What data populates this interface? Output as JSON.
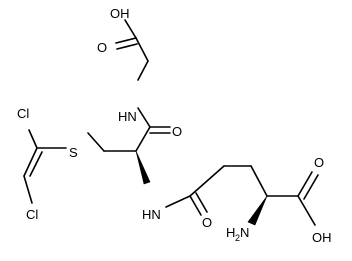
{
  "molecule": {
    "labels": {
      "oh_top": "OH",
      "o_top": "O",
      "nh_gly": "HN",
      "o_amide": "O",
      "s": "S",
      "cl_top": "Cl",
      "cl_bottom": "Cl",
      "nh_glu": "HN",
      "o_glu_amide": "O",
      "nh2": "H",
      "nh2_sub": "2",
      "nh2_n": "N",
      "o_acid": "O",
      "oh_acid": "OH"
    }
  }
}
